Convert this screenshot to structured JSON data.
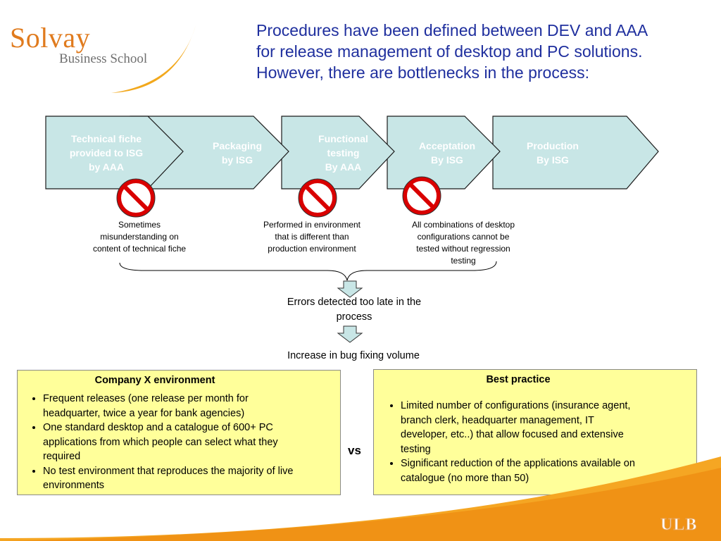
{
  "logo": {
    "name": "Solvay",
    "subtitle": "Business School",
    "university": "ULB"
  },
  "title": {
    "line1": "Procedures have been defined between DEV and AAA",
    "line2": "for release management of desktop and PC solutions.",
    "line3": "However, there are bottlenecks in the process:"
  },
  "process": {
    "stages": [
      {
        "lines": [
          "Technical fiche",
          "provided to ISG",
          "by AAA"
        ]
      },
      {
        "lines": [
          "Packaging",
          "by ISG"
        ]
      },
      {
        "lines": [
          "Functional",
          "testing",
          "By AAA"
        ]
      },
      {
        "lines": [
          "Acceptation",
          "By ISG"
        ]
      },
      {
        "lines": [
          "Production",
          "By ISG"
        ]
      }
    ],
    "fill_color": "#c8e6e6",
    "stop_color": "#d90000"
  },
  "bottlenecks": [
    {
      "lines": [
        "Sometimes",
        "misunderstanding on",
        "content of technical fiche"
      ]
    },
    {
      "lines": [
        "Performed in environment",
        "that is different than",
        "production environment"
      ]
    },
    {
      "lines": [
        "All combinations of desktop",
        "configurations cannot be",
        "tested without regression",
        "testing"
      ]
    }
  ],
  "consequences": {
    "first": [
      "Errors detected too late in the",
      "process"
    ],
    "second": "Increase in bug fixing volume"
  },
  "comparison": {
    "left": {
      "heading": "Company X environment",
      "bullets": [
        [
          "Frequent releases (one release per month for",
          "headquarter, twice a year for bank agencies)"
        ],
        [
          "One standard desktop and a catalogue of 600+ PC",
          "applications from which people can select what they",
          "required"
        ],
        [
          "No test environment that reproduces the majority of live",
          "environments"
        ]
      ]
    },
    "vs": "vs",
    "right": {
      "heading": "Best practice",
      "bullets": [
        [
          "Limited number of configurations (insurance agent,",
          "branch clerk, headquarter management, IT",
          "developer, etc..) that allow focused and extensive",
          "testing"
        ],
        [
          "Significant reduction of the applications available on",
          "catalogue (no more than 50)"
        ]
      ]
    },
    "panel_color": "#ffff9a"
  }
}
